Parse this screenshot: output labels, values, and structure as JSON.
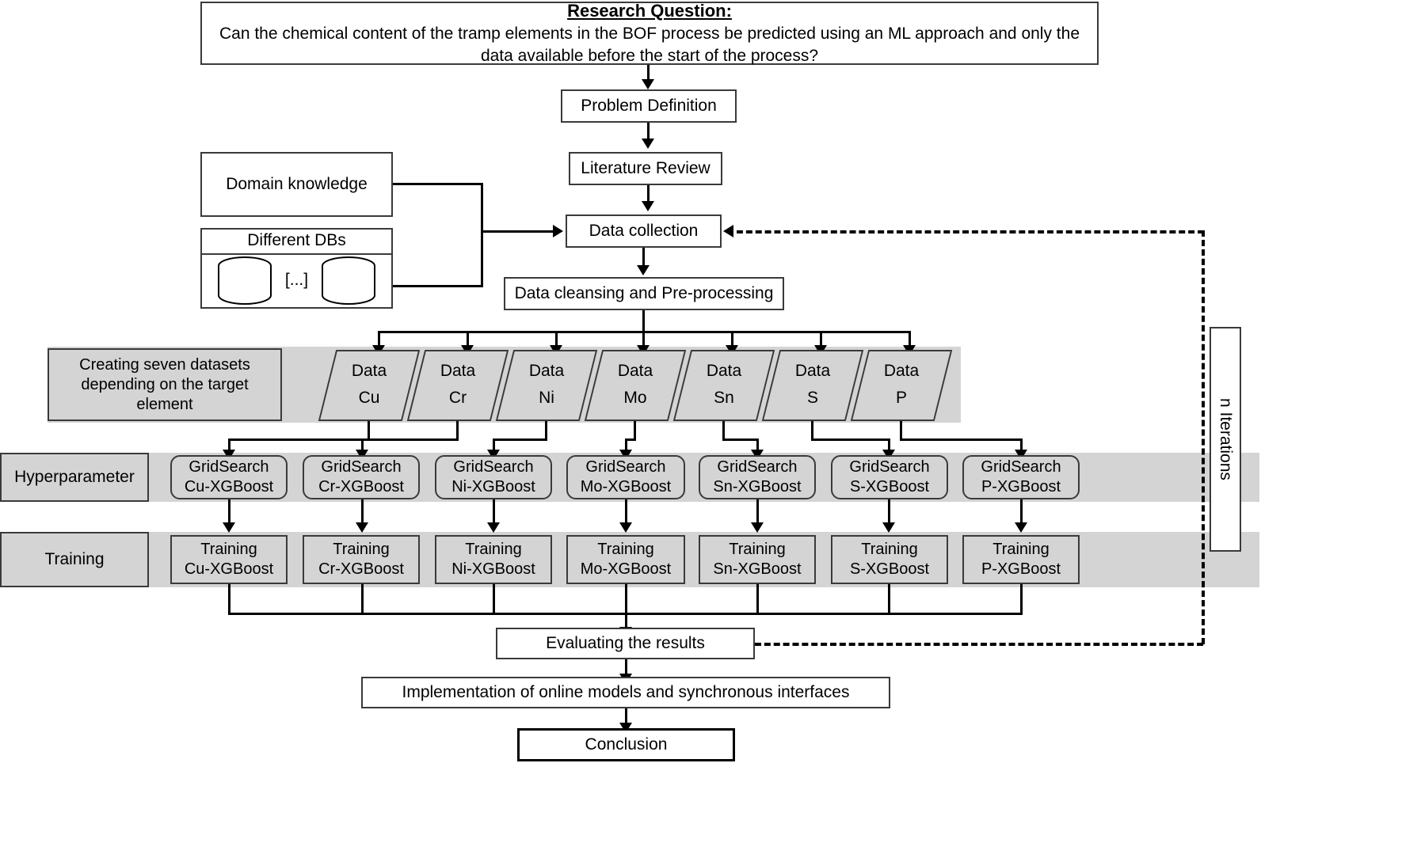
{
  "diagram": {
    "title": "ML research methodology flowchart for BOF tramp element prediction",
    "colors": {
      "band_grey": "#d4d4d4",
      "node_border": "#3a3a3a",
      "line": "#000000",
      "background": "#ffffff"
    }
  },
  "research_question": {
    "heading": "Research Question:",
    "text": "Can the chemical content of the tramp elements in the BOF process be predicted using an ML approach and only the data available before the start of the process?"
  },
  "pipeline": {
    "problem_definition": "Problem Definition",
    "literature_review": "Literature Review",
    "data_collection": "Data collection",
    "data_cleansing": "Data cleansing and Pre-processing",
    "evaluating": "Evaluating the results",
    "implementation": "Implementation of online models and synchronous interfaces",
    "conclusion": "Conclusion"
  },
  "inputs": {
    "domain_knowledge": "Domain knowledge",
    "different_dbs": "Different DBs",
    "db_ellipsis": "[...]"
  },
  "rows": {
    "datasets_label": "Creating seven  datasets\ndepending on the target\nelement",
    "hyperparameter_label": "Hyperparameter",
    "training_label": "Training"
  },
  "elements": [
    "Cu",
    "Cr",
    "Ni",
    "Mo",
    "Sn",
    "S",
    "P"
  ],
  "datasets": [
    {
      "line1": "Data",
      "line2": "Cu"
    },
    {
      "line1": "Data",
      "line2": "Cr"
    },
    {
      "line1": "Data",
      "line2": "Ni"
    },
    {
      "line1": "Data",
      "line2": "Mo"
    },
    {
      "line1": "Data",
      "line2": "Sn"
    },
    {
      "line1": "Data",
      "line2": "S"
    },
    {
      "line1": "Data",
      "line2": "P"
    }
  ],
  "gridsearch": [
    "GridSearch\nCu-XGBoost",
    "GridSearch\nCr-XGBoost",
    "GridSearch\nNi-XGBoost",
    "GridSearch\nMo-XGBoost",
    "GridSearch\nSn-XGBoost",
    "GridSearch\nS-XGBoost",
    "GridSearch\nP-XGBoost"
  ],
  "training": [
    "Training\nCu-XGBoost",
    "Training\nCr-XGBoost",
    "Training\nNi-XGBoost",
    "Training\nMo-XGBoost",
    "Training\nSn-XGBoost",
    "Training\nS-XGBoost",
    "Training\nP-XGBoost"
  ],
  "loop": {
    "label": "n Iterations"
  }
}
